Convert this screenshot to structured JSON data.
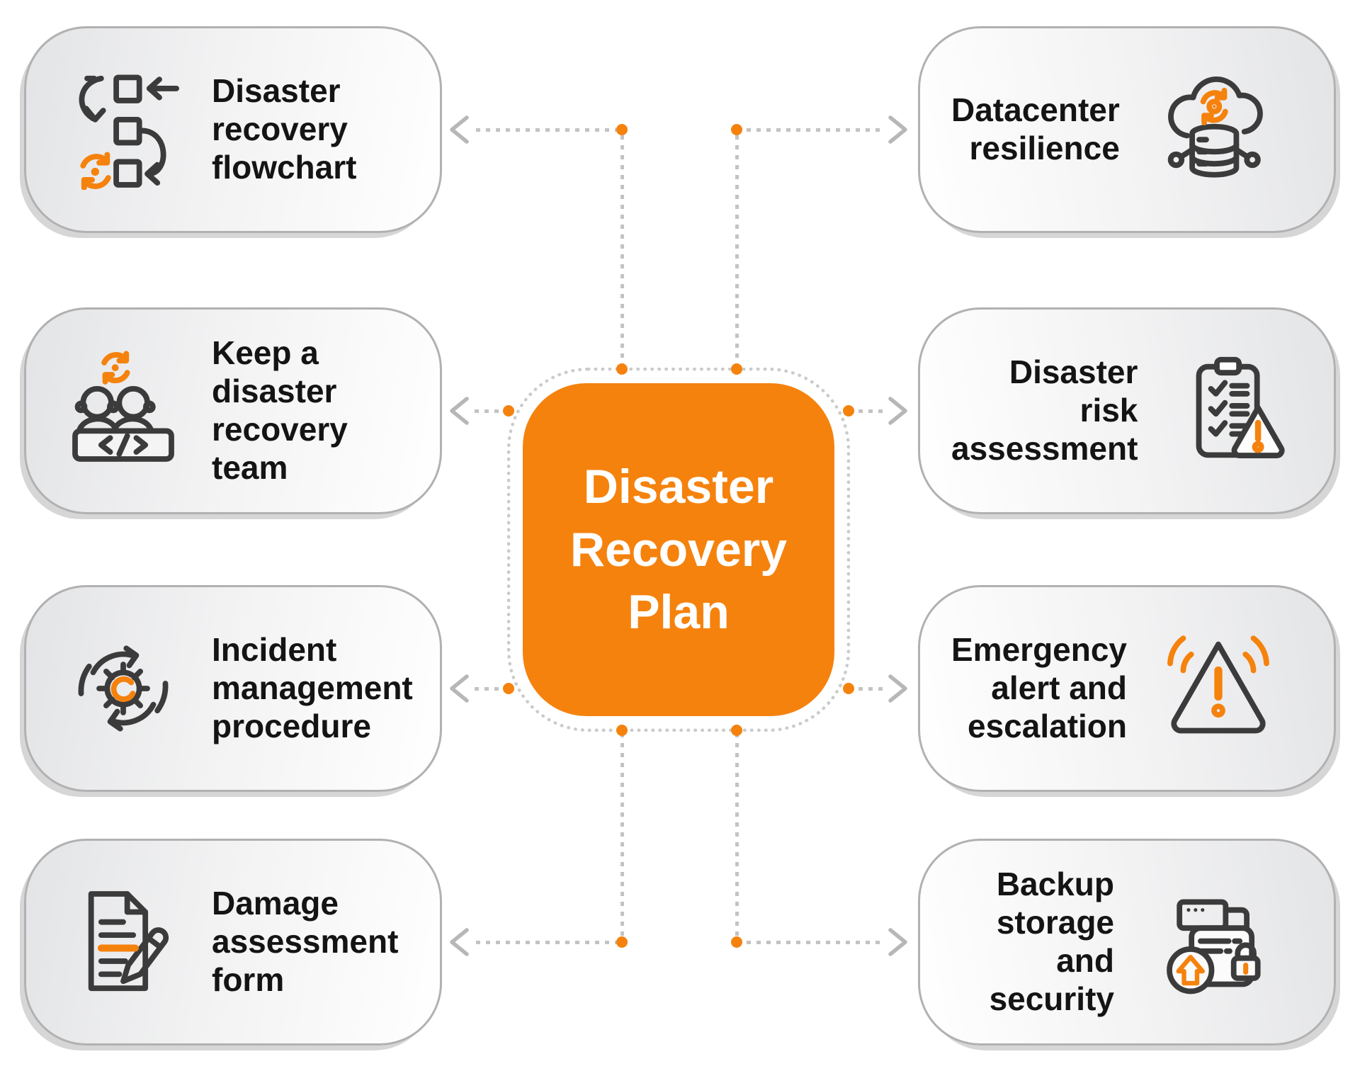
{
  "title": {
    "text": "Disaster Recovery Plan",
    "lines": [
      "Disaster",
      "Recovery",
      "Plan"
    ]
  },
  "colors": {
    "accent_orange": "#F5820D",
    "icon_stroke": "#3B3B3B",
    "connector_gray": "#C3C3C3",
    "card_border_gray": "#B1B1B1",
    "label_text": "#141414"
  },
  "cards": {
    "left": [
      {
        "label": "Disaster recovery flowchart",
        "lines": [
          "Disaster",
          "recovery",
          "flowchart"
        ],
        "icon": "flowchart-icon"
      },
      {
        "label": "Keep a disaster recovery team",
        "lines": [
          "Keep a",
          "disaster",
          "recovery",
          "team"
        ],
        "icon": "recovery-team-icon"
      },
      {
        "label": "Incident management procedure",
        "lines": [
          "Incident",
          "management",
          "procedure"
        ],
        "icon": "incident-management-icon"
      },
      {
        "label": "Damage assessment form",
        "lines": [
          "Damage",
          "assessment",
          "form"
        ],
        "icon": "damage-assessment-form-icon"
      }
    ],
    "right": [
      {
        "label": "Datacenter resilience",
        "lines": [
          "Datacenter",
          "resilience"
        ],
        "icon": "datacenter-resilience-icon"
      },
      {
        "label": "Disaster risk assessment",
        "lines": [
          "Disaster risk",
          "assessment"
        ],
        "icon": "disaster-risk-assessment-icon"
      },
      {
        "label": "Emergency alert and escalation",
        "lines": [
          "Emergency",
          "alert and",
          "escalation"
        ],
        "icon": "emergency-alert-icon"
      },
      {
        "label": "Backup storage and security",
        "lines": [
          "Backup",
          "storage and",
          "security"
        ],
        "icon": "backup-security-icon"
      }
    ]
  }
}
